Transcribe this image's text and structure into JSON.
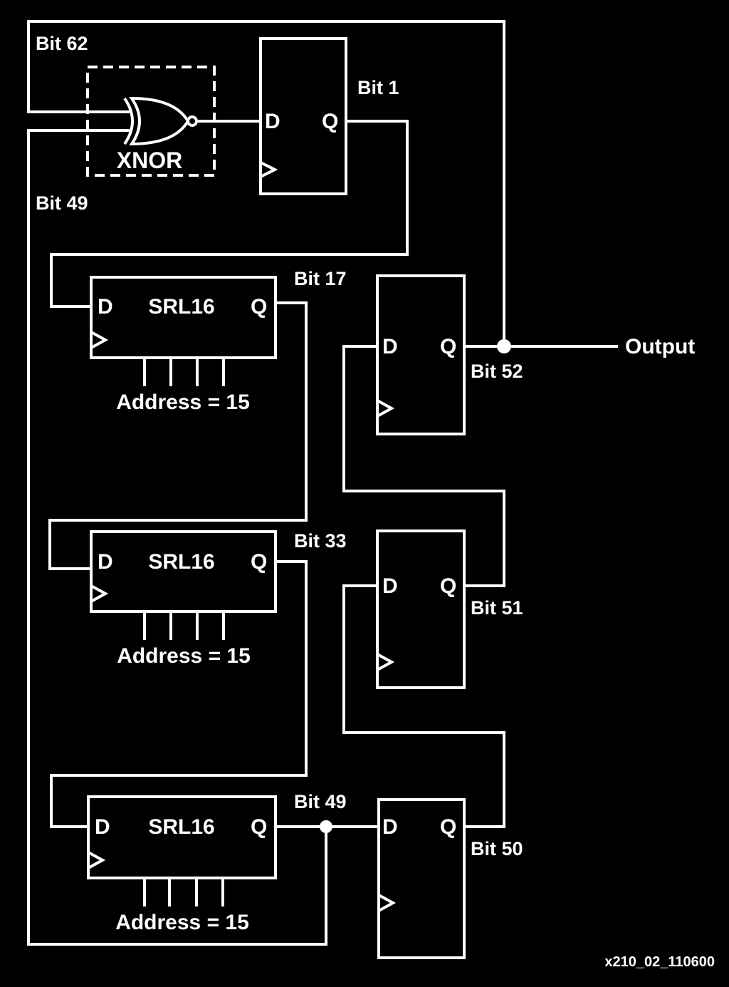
{
  "labels": {
    "bit62": "Bit 62",
    "bit1": "Bit 1",
    "bit49_left": "Bit 49",
    "bit17": "Bit 17",
    "bit33": "Bit 33",
    "bit49_mid": "Bit 49",
    "bit52": "Bit 52",
    "bit51": "Bit 51",
    "bit50": "Bit 50",
    "output": "Output",
    "xnor": "XNOR",
    "figure_id": "x210_02_110600"
  },
  "pins": {
    "d": "D",
    "q": "Q"
  },
  "srl": {
    "name": "SRL16",
    "address": "Address = 15"
  },
  "colors": {
    "background": "#000000",
    "foreground": "#ffffff"
  }
}
